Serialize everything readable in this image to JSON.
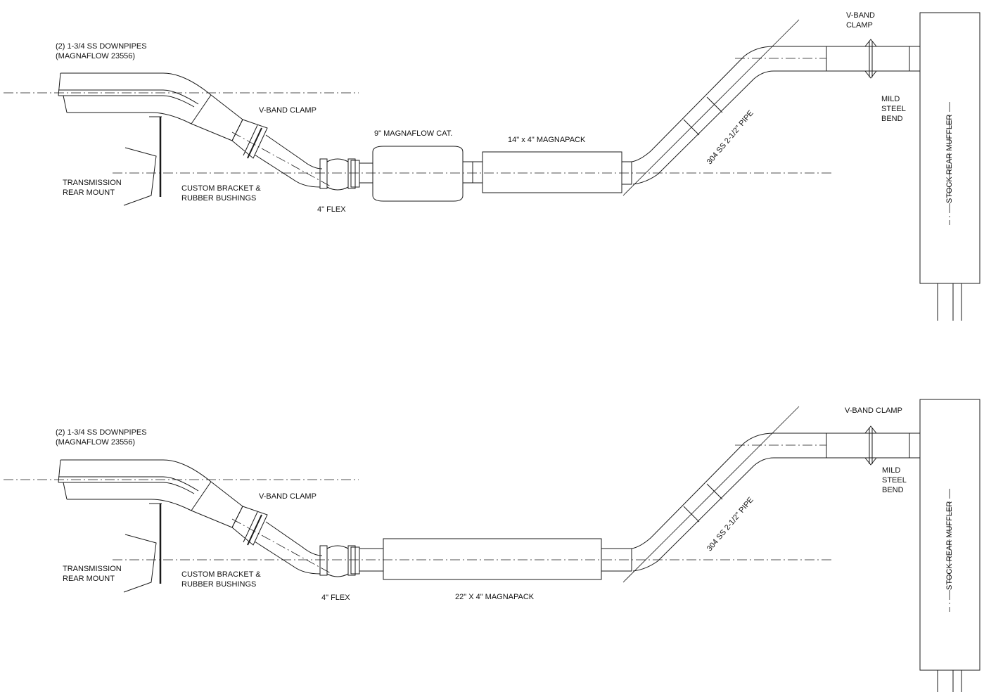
{
  "colors": {
    "line": "#1a1a1a",
    "background": "#ffffff"
  },
  "top": {
    "downpipes": [
      "(2) 1-3/4 SS DOWNPIPES",
      "(MAGNAFLOW 23556)"
    ],
    "vband_clamp": "V-BAND CLAMP",
    "transmission": [
      "TRANSMISSION",
      "REAR MOUNT"
    ],
    "bracket": [
      "CUSTOM BRACKET &",
      "RUBBER BUSHINGS"
    ],
    "flex": "4\" FLEX",
    "cat": "9\" MAGNAFLOW CAT.",
    "magnapack": "14\" x 4\" MAGNAPACK",
    "pipe": "304 SS 2-1/2\" PIPE",
    "vband_clamp_right": [
      "V-BAND",
      "CLAMP"
    ],
    "mild_steel": [
      "MILD",
      "STEEL",
      "BEND"
    ],
    "muffler": "STOCK REAR MUFFLER"
  },
  "bottom": {
    "downpipes": [
      "(2) 1-3/4 SS DOWNPIPES",
      "(MAGNAFLOW 23556)"
    ],
    "vband_clamp": "V-BAND CLAMP",
    "transmission": [
      "TRANSMISSION",
      "REAR MOUNT"
    ],
    "bracket": [
      "CUSTOM BRACKET &",
      "RUBBER BUSHINGS"
    ],
    "flex": "4\" FLEX",
    "magnapack": "22\" X 4\" MAGNAPACK",
    "pipe": "304 SS 2-1/2\" PIPE",
    "vband_clamp_right": "V-BAND CLAMP",
    "mild_steel": [
      "MILD",
      "STEEL",
      "BEND"
    ],
    "muffler": "STOCK REAR MUFFLER"
  }
}
